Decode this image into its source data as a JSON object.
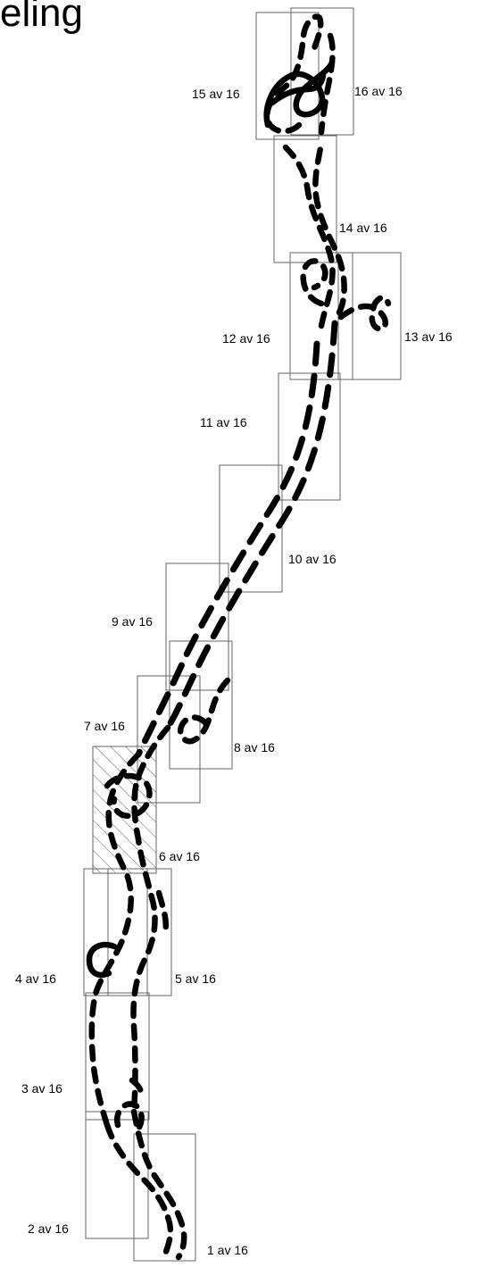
{
  "title": "eling",
  "legend_note": "",
  "tiles": [
    {
      "id": 1,
      "label": "1 av 16",
      "hatched": false
    },
    {
      "id": 2,
      "label": "2 av 16",
      "hatched": false
    },
    {
      "id": 3,
      "label": "3 av 16",
      "hatched": false
    },
    {
      "id": 4,
      "label": "4 av 16",
      "hatched": false
    },
    {
      "id": 5,
      "label": "5 av 16",
      "hatched": false
    },
    {
      "id": 6,
      "label": "6 av 16",
      "hatched": true
    },
    {
      "id": 7,
      "label": "7 av 16",
      "hatched": false
    },
    {
      "id": 8,
      "label": "8 av 16",
      "hatched": false
    },
    {
      "id": 9,
      "label": "9 av 16",
      "hatched": false
    },
    {
      "id": 10,
      "label": "10 av 16",
      "hatched": false
    },
    {
      "id": 11,
      "label": "11 av 16",
      "hatched": false
    },
    {
      "id": 12,
      "label": "12 av 16",
      "hatched": false
    },
    {
      "id": 13,
      "label": "13 av 16",
      "hatched": false
    },
    {
      "id": 14,
      "label": "14 av 16",
      "hatched": false
    },
    {
      "id": 15,
      "label": "15 av 16",
      "hatched": false
    },
    {
      "id": 16,
      "label": "16 av 16",
      "hatched": false
    }
  ],
  "colors": {
    "tile_border": "#666666",
    "route": "#000000",
    "hatch": "#555555"
  }
}
